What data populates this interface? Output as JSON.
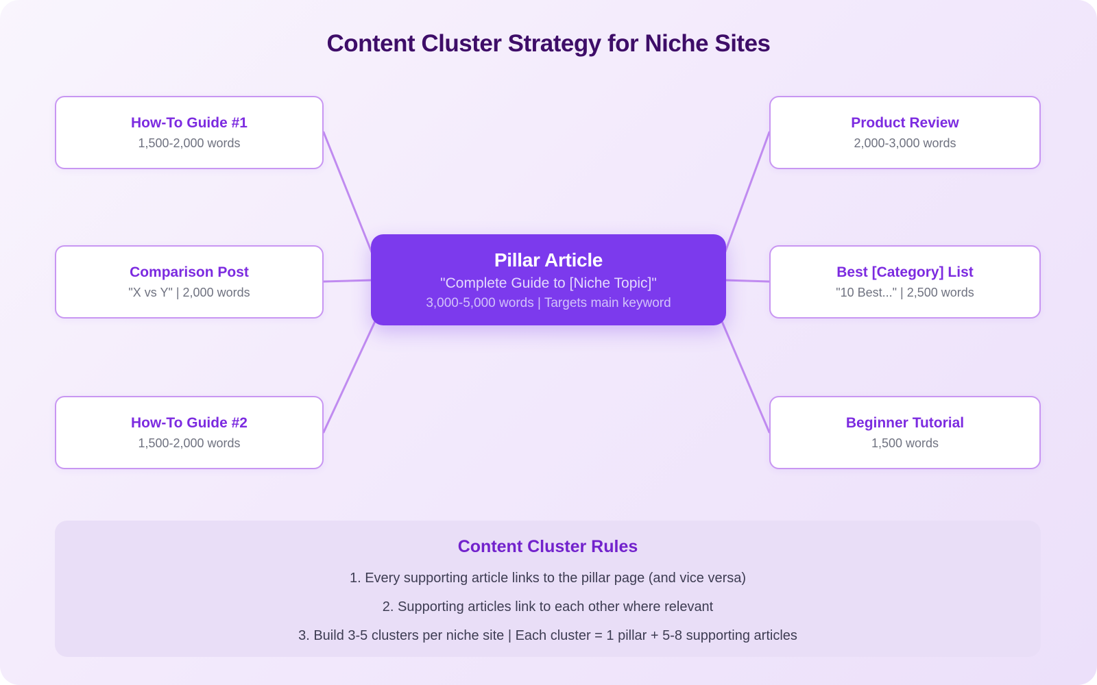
{
  "title": "Content Cluster Strategy for Niche Sites",
  "pillar": {
    "title": "Pillar Article",
    "subtitle": "\"Complete Guide to [Niche Topic]\"",
    "meta": "3,000-5,000 words | Targets main keyword"
  },
  "left_nodes": [
    {
      "title": "How-To Guide #1",
      "meta": "1,500-2,000 words"
    },
    {
      "title": "Comparison Post",
      "meta": "\"X vs Y\" | 2,000 words"
    },
    {
      "title": "How-To Guide #2",
      "meta": "1,500-2,000 words"
    }
  ],
  "right_nodes": [
    {
      "title": "Product Review",
      "meta": "2,000-3,000 words"
    },
    {
      "title": "Best [Category] List",
      "meta": "\"10 Best...\" | 2,500 words"
    },
    {
      "title": "Beginner Tutorial",
      "meta": "1,500 words"
    }
  ],
  "rules": {
    "title": "Content Cluster Rules",
    "items": [
      "1. Every supporting article links to the pillar page (and vice versa)",
      "2. Supporting articles link to each other where relevant",
      "3. Build 3-5 clusters per niche site | Each cluster = 1 pillar + 5-8 supporting articles"
    ]
  },
  "colors": {
    "pillar_bg": "#7c3aed",
    "node_border": "#c896f2",
    "node_title": "#7c2be0",
    "connector": "#c08bf0",
    "page_title": "#3e0d68",
    "rules_title": "#7222cc",
    "rules_panel_bg": "#e9def7"
  }
}
